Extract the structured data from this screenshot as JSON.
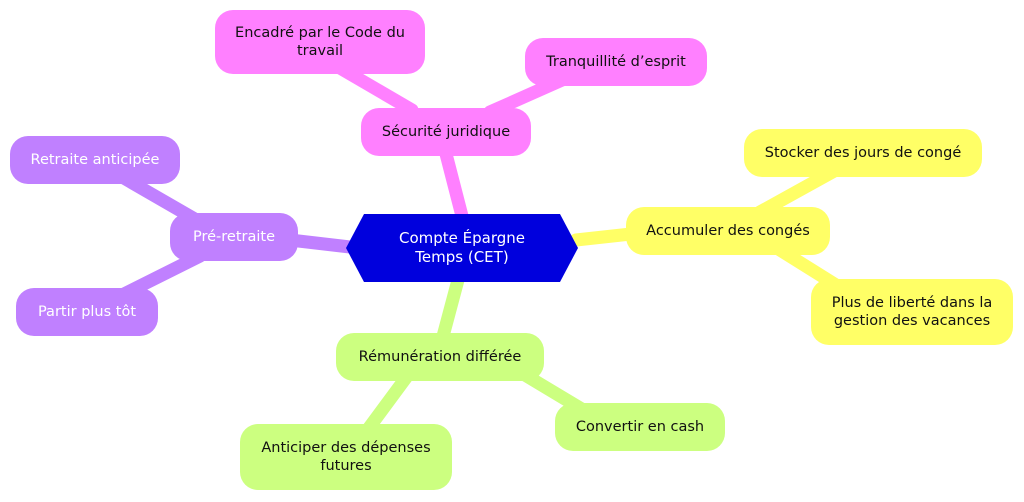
{
  "mindmap": {
    "center": {
      "label": "Compte Épargne Temps (CET)"
    },
    "branches": {
      "securite": {
        "label": "Sécurité juridique",
        "color": "#ff80ff",
        "children": [
          "Encadré par le Code du travail",
          "Tranquillité d’esprit"
        ]
      },
      "conges": {
        "label": "Accumuler des congés",
        "color": "#ffff66",
        "children": [
          "Stocker des jours de congé",
          "Plus de liberté dans la gestion des vacances"
        ]
      },
      "remuneration": {
        "label": "Rémunération différée",
        "color": "#ccff80",
        "children": [
          "Anticiper des dépenses futures",
          "Convertir en cash"
        ]
      },
      "preretraite": {
        "label": "Pré-retraite",
        "color": "#c080ff",
        "children": [
          "Retraite anticipée",
          "Partir plus tôt"
        ]
      }
    },
    "center_color": "#0000dd"
  }
}
